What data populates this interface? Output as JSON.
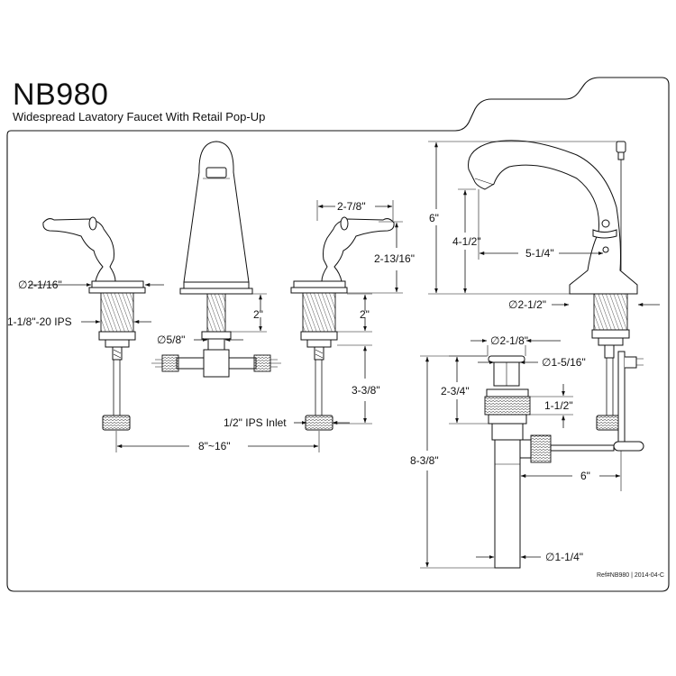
{
  "header": {
    "model": "NB980",
    "description": "Widespread Lavatory Faucet With Retail Pop-Up"
  },
  "footer": {
    "reference": "Ref#NB980 | 2014-04-C"
  },
  "dimensions": {
    "handle_base_diameter": "∅2-1/16\"",
    "handle_thread": "1-1/8\"-20 IPS",
    "tee_diameter": "∅5/8\"",
    "spout_shank_length": "2\"",
    "handle_shank_length": "2\"",
    "handle_width": "2-7/8\"",
    "handle_height": "2-13/16\"",
    "inlet_height": "3-3/8\"",
    "inlet": "1/2\" IPS Inlet",
    "spread": "8\"~16\"",
    "spout_height": "6\"",
    "spout_outlet_height": "4-1/2\"",
    "spout_reach": "5-1/4\"",
    "spout_base_diameter": "∅2-1/2\"",
    "drain_flange_diameter": "∅2-1/8\"",
    "drain_stopper_diameter": "∅1-5/16\"",
    "drain_upper_height": "2-3/4\"",
    "drain_collar_height": "1-1/2\"",
    "drain_total_height": "8-3/8\"",
    "lift_rod_offset": "6\"",
    "tailpiece_diameter": "∅1-1/4\""
  }
}
